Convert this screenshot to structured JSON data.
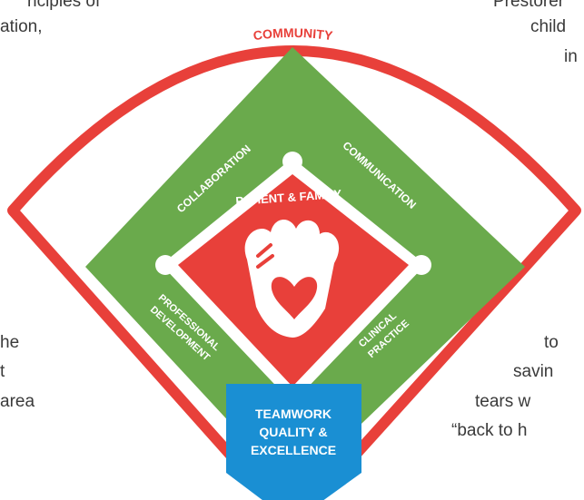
{
  "colors": {
    "red": "#e8403a",
    "green": "#6aaa4c",
    "blue": "#1a8fd3",
    "white": "#ffffff",
    "text": "#3a3a3a"
  },
  "side_text": {
    "left": [
      "nciples of",
      "ation,",
      "he",
      "t",
      "area"
    ],
    "right": [
      "Prestorer",
      "child",
      "in",
      "to",
      "savin",
      "tears w",
      "“back to h"
    ]
  },
  "diagram": {
    "outer_label": "COMMUNITY",
    "left_label": "COLLABORATION",
    "right_label": "COMMUNICATION",
    "bottom_left_label": [
      "PROFESSIONAL",
      "DEVELOPMENT"
    ],
    "bottom_right_label": [
      "CLINICAL",
      "PRACTICE"
    ],
    "center_label": "PATIENT & FAMILY",
    "center_icon": "heart-in-baseball-glove-icon",
    "base_nodes": [
      "first-base",
      "second-base",
      "third-base"
    ],
    "home_label": [
      "TEAMWORK",
      "QUALITY &",
      "EXCELLENCE"
    ]
  }
}
